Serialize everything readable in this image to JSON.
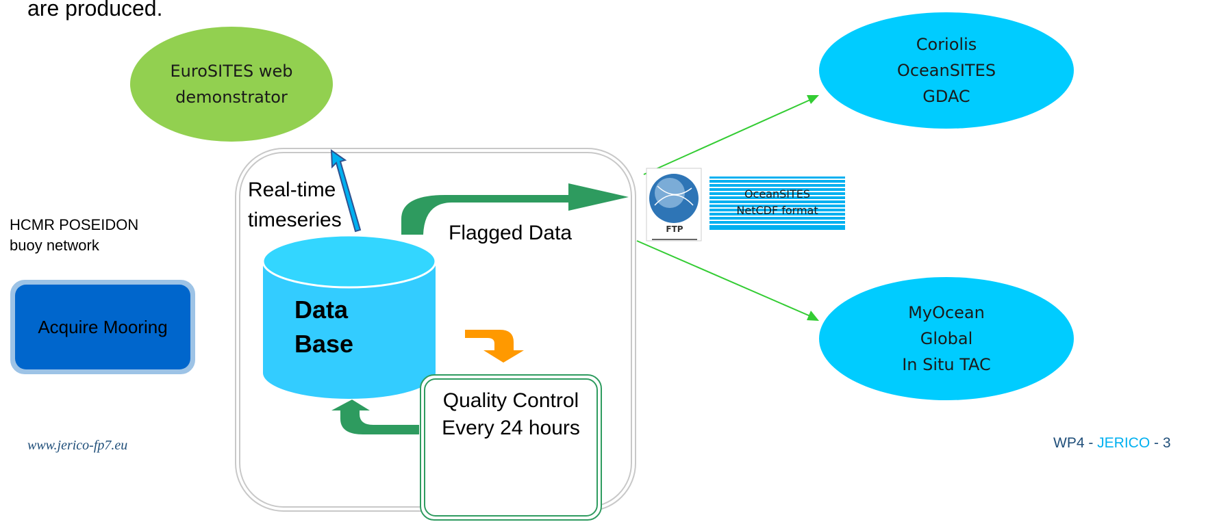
{
  "top_text": "are produced.",
  "nodes": {
    "eurosites": {
      "line1": "EuroSITES web",
      "line2": "demonstrator",
      "fill": "#92d050"
    },
    "coriolis": {
      "line1": "Coriolis",
      "line2": "OceanSITES",
      "line3": "GDAC",
      "fill": "#00ccff"
    },
    "myocean": {
      "line1": "MyOcean",
      "line2": "Global",
      "line3": "In Situ TAC",
      "fill": "#00ccff"
    },
    "database": {
      "line1": "Data",
      "line2": "Base",
      "fill": "#33ccff"
    },
    "acquire": {
      "label": "Acquire Mooring",
      "fill": "#0066cc"
    },
    "quality": {
      "line1": "Quality Control",
      "line2": "Every 24 hours"
    },
    "format": {
      "line1": "OceanSITES",
      "line2": "NetCDF format"
    }
  },
  "labels": {
    "realtime1": "Real-time",
    "realtime2": "timeseries",
    "flagged": "Flagged Data",
    "hcmr1": "HCMR POSEIDON",
    "hcmr2": "buoy network",
    "ftp": "FTP"
  },
  "footer": {
    "url": "www.jerico-fp7.eu",
    "wp": "WP4 - ",
    "jerico": "JERICO",
    "page": " - 3"
  },
  "colors": {
    "arrow_green": "#2e9b5f",
    "arrow_orange": "#ff9900",
    "line_green": "#33cc33",
    "jerico_blue": "#0070c0"
  }
}
